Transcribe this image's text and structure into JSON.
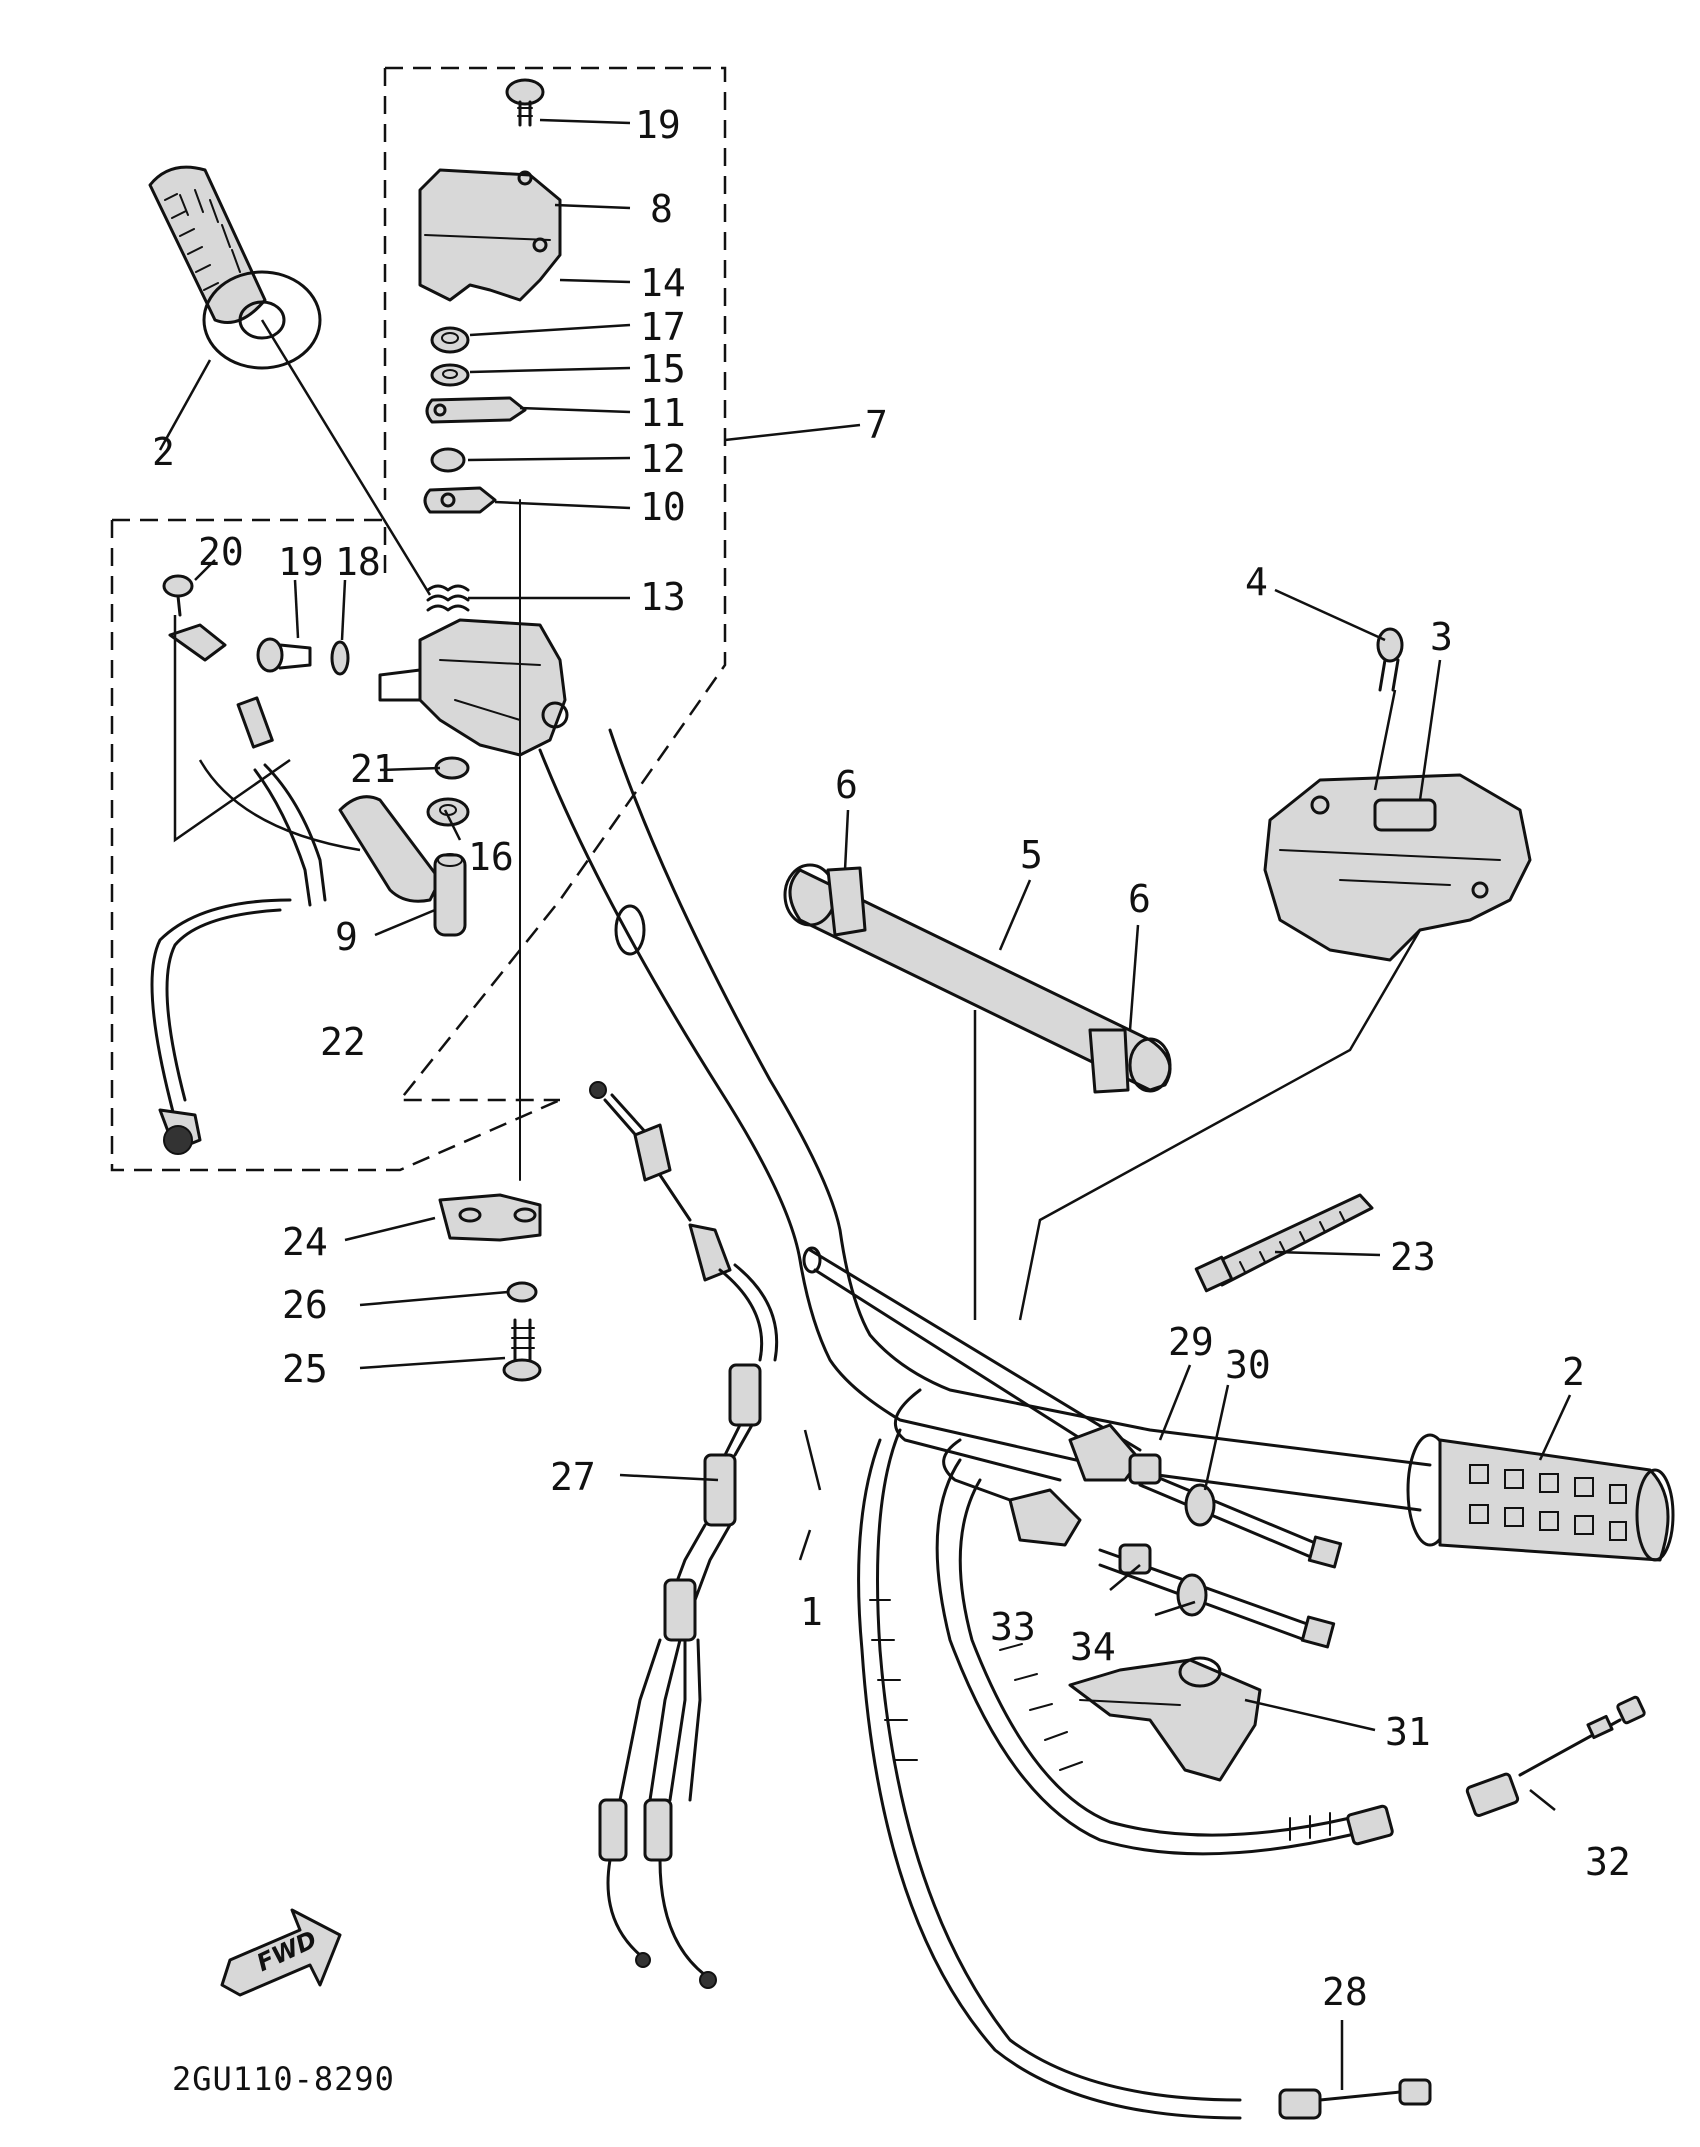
{
  "diagram": {
    "drawing_code": "2GU110-8290",
    "direction_label": "FWD",
    "callouts": {
      "c1": "1",
      "c2a": "2",
      "c2b": "2",
      "c3": "3",
      "c4": "4",
      "c5": "5",
      "c6a": "6",
      "c6b": "6",
      "c7": "7",
      "c8": "8",
      "c9": "9",
      "c10": "10",
      "c11": "11",
      "c12": "12",
      "c13": "13",
      "c14": "14",
      "c15": "15",
      "c16": "16",
      "c17": "17",
      "c18": "18",
      "c19a": "19",
      "c19b": "19",
      "c20": "20",
      "c21": "21",
      "c22": "22",
      "c23": "23",
      "c24": "24",
      "c25": "25",
      "c26": "26",
      "c27": "27",
      "c28": "28",
      "c29": "29",
      "c30": "30",
      "c31": "31",
      "c32": "32",
      "c33": "33",
      "c34": "34"
    }
  }
}
